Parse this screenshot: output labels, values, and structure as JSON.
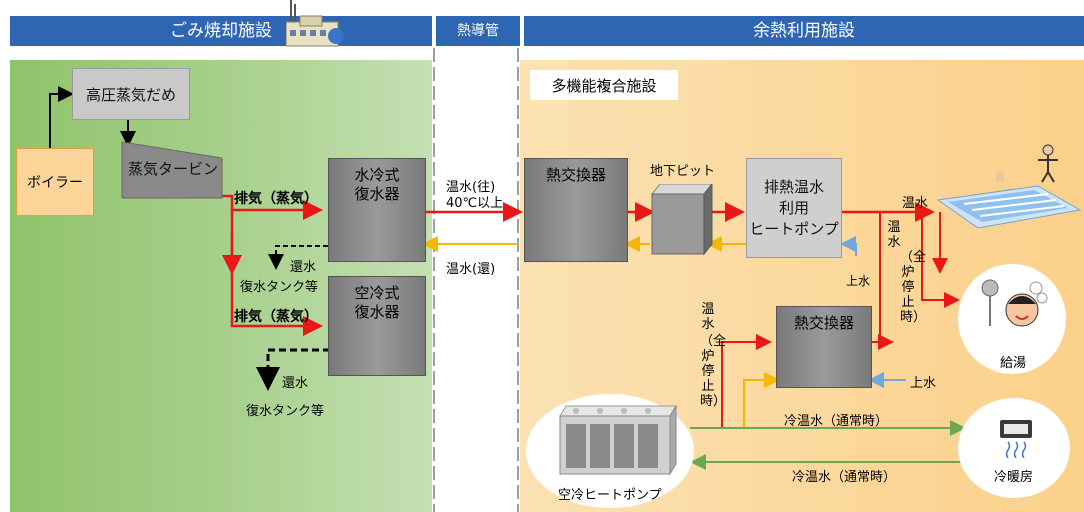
{
  "headers": {
    "incineration": "ごみ焼却施設",
    "pipe": "熱導管",
    "waste_heat": "余熱利用施設"
  },
  "facility_label": "多機能複合施設",
  "units": {
    "steam_accumulator": "高圧蒸気だめ",
    "boiler": "ボイラー",
    "steam_turbine": "蒸気タービン",
    "water_condenser": "水冷式\n復水器",
    "air_condenser": "空冷式\n復水器",
    "heat_exchanger_main": "熱交換器",
    "underground_pit": "地下ピット",
    "heat_pump": "排熱温水\n利用\nヒートポンプ",
    "heat_exchanger_sub": "熱交換器",
    "air_heat_pump": "空冷ヒートポンプ"
  },
  "flow_labels": {
    "exhaust_steam_1": "排気（蒸気）",
    "exhaust_steam_2": "排気（蒸気）",
    "return_water_1": "還水",
    "condensate_tank_1": "復水タンク等",
    "return_water_2": "還水",
    "condensate_tank_2": "復水タンク等",
    "hot_water_out": "温水(往)\n40℃以上",
    "hot_water_return": "温水(還)",
    "city_water_1": "上水",
    "hot_water_pool": "温水",
    "hot_water_vertical": "温水",
    "all_furnace_stop_1": "（全炉停止時）",
    "hot_water_left": "温水",
    "all_furnace_stop_2": "（全炉停止時）",
    "city_water_2": "上水",
    "chilled_water_1": "冷温水（通常時）",
    "chilled_water_2": "冷温水（通常時）"
  },
  "destinations": {
    "hot_supply": "給湯",
    "air_conditioning": "冷暖房"
  },
  "colors": {
    "header_blue": "#2f66b3",
    "left_green": "#a8d08d",
    "right_orange": "#fbd594",
    "hot_red": "#e81818",
    "return_yellow": "#f5b800",
    "chill_green": "#6aa84f",
    "city_blue": "#6fa8dc"
  }
}
